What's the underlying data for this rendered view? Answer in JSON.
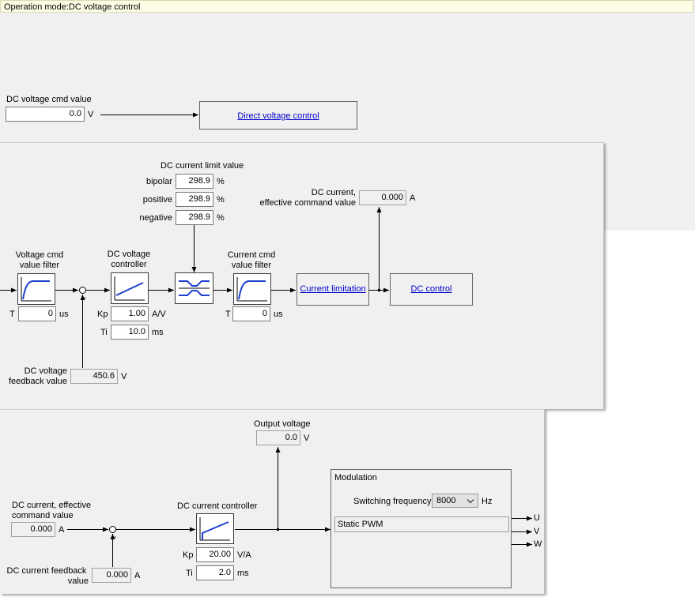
{
  "title": "Operation mode:DC voltage control",
  "dc_voltage_cmd": {
    "label": "DC voltage cmd value",
    "value": "0.0",
    "unit": "V"
  },
  "direct_voltage_control": "Direct voltage control",
  "current_limit": {
    "heading": "DC current limit value",
    "bipolar": {
      "label": "bipolar",
      "value": "298.9",
      "unit": "%"
    },
    "positive": {
      "label": "positive",
      "value": "298.9",
      "unit": "%"
    },
    "negative": {
      "label": "negative",
      "value": "298.9",
      "unit": "%"
    }
  },
  "current_eff_cmd": {
    "label1": "DC current,",
    "label2": "effective command value",
    "value": "0.000",
    "unit": "A"
  },
  "voltage_filter": {
    "label1": "Voltage cmd",
    "label2": "value filter",
    "t_label": "T",
    "value": "0",
    "unit": "us"
  },
  "voltage_controller": {
    "label1": "DC voltage",
    "label2": "controller",
    "kp_label": "Kp",
    "kp": "1.00",
    "kp_unit": "A/V",
    "ti_label": "Ti",
    "ti": "10.0",
    "ti_unit": "ms"
  },
  "current_filter": {
    "label1": "Current cmd",
    "label2": "value filter",
    "t_label": "T",
    "value": "0",
    "unit": "us"
  },
  "current_limitation": "Current limitation",
  "dc_control": "DC control",
  "voltage_feedback": {
    "label1": "DC voltage",
    "label2": "feedback value",
    "value": "450.6",
    "unit": "V"
  },
  "output_voltage": {
    "label": "Output voltage",
    "value": "0.0",
    "unit": "V"
  },
  "bottom_eff_cmd": {
    "label1": "DC current, effective",
    "label2": "command value",
    "value": "0.000",
    "unit": "A"
  },
  "current_controller": {
    "label": "DC current controller",
    "kp_label": "Kp",
    "kp": "20.00",
    "kp_unit": "V/A",
    "ti_label": "Ti",
    "ti": "2.0",
    "ti_unit": "ms"
  },
  "current_feedback": {
    "label1": "DC current feedback",
    "label2": "value",
    "value": "0.000",
    "unit": "A"
  },
  "modulation": {
    "heading": "Modulation",
    "sw_label": "Switching frequency",
    "sw_value": "8000",
    "sw_unit": "Hz",
    "mode": "Static PWM",
    "outputs": [
      "U",
      "V",
      "W"
    ]
  },
  "colors": {
    "panel": "#f0f0f0",
    "link": "#0000cc",
    "curve": "#1f3fd0"
  }
}
